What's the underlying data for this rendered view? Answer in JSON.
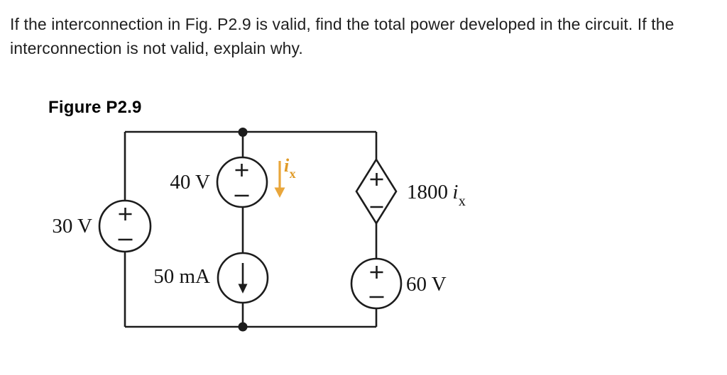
{
  "problem": {
    "line1": "If the interconnection in Fig. P2.9 is valid, find the total power developed in the circuit. If the",
    "line2": "interconnection is not valid, explain why."
  },
  "figure_label": "Figure P2.9",
  "circuit": {
    "independent_sources": {
      "v30": "30 V",
      "v40": "40 V",
      "i50": "50 mA",
      "v60": "60 V"
    },
    "dependent_source": {
      "coefficient": "1800",
      "variable": "i",
      "subscript": "x"
    },
    "current_label": {
      "variable": "i",
      "subscript": "x"
    },
    "polarity": {
      "plus": "+",
      "minus": "−"
    },
    "colors": {
      "wire": "#1c1c1c",
      "accent_orange": "#e9a63b"
    }
  }
}
